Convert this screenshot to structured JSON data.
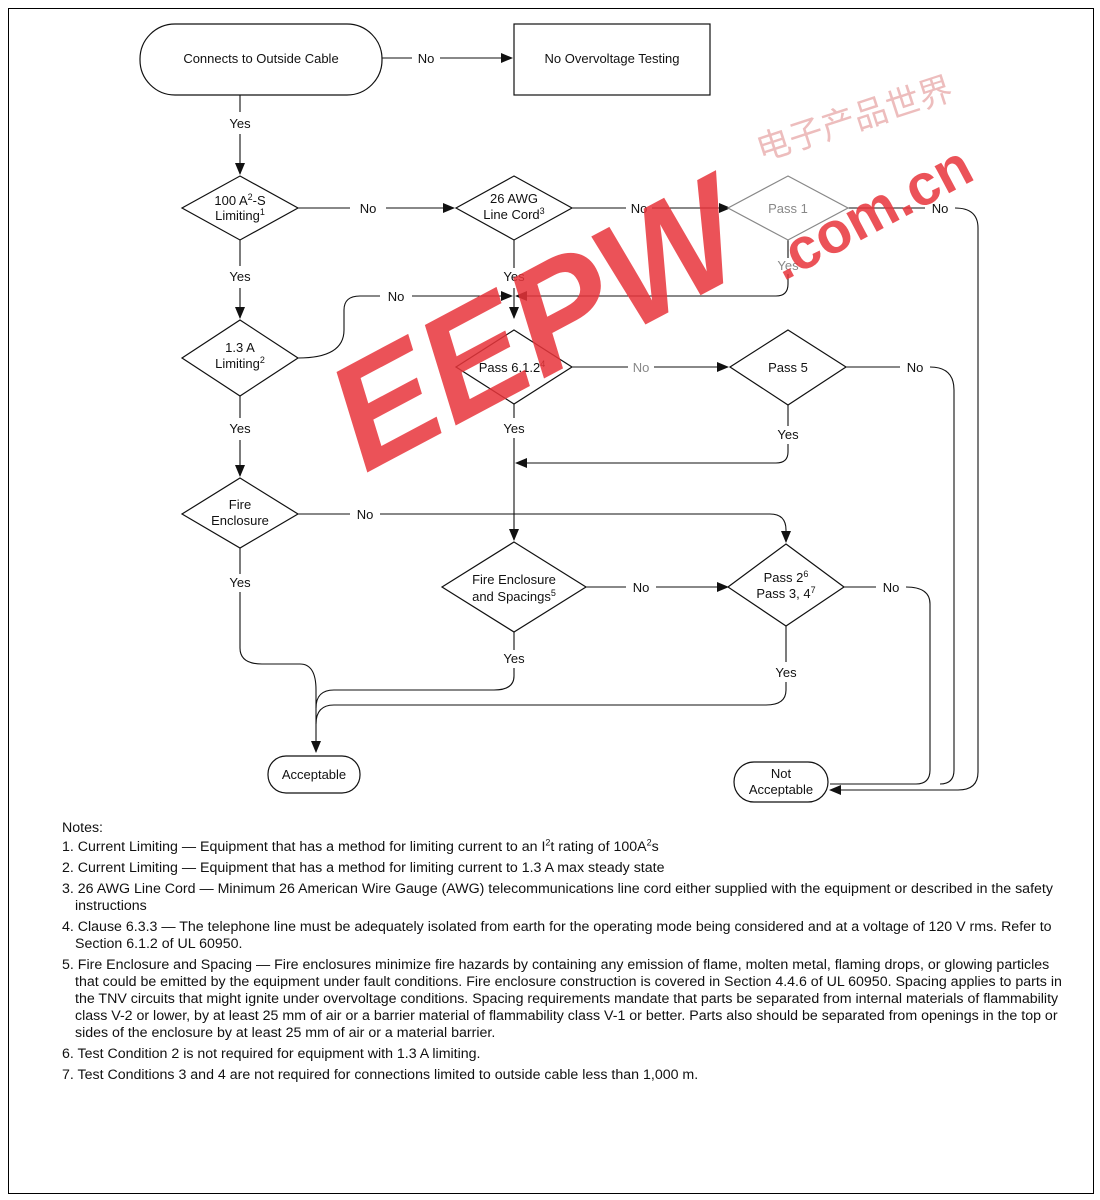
{
  "watermark": {
    "brand": "EEPW",
    "domain": ".com.cn",
    "cjk": "电子产品世界",
    "color": "#e8353b"
  },
  "nodes": {
    "start": "Connects to Outside Cable",
    "no_test": "No Overvoltage Testing",
    "limit100": {
      "line1": "100 A",
      "sup1": "2",
      "line1b": "-S",
      "line2": "Limiting",
      "sup2": "1"
    },
    "awg26": {
      "line1": "26 AWG",
      "line2": "Line Cord",
      "sup": "3"
    },
    "pass1": "Pass 1",
    "limit13": {
      "line1": "1.3 A",
      "line2": "Limiting",
      "sup": "2"
    },
    "pass612": {
      "text": "Pass 6.1.2",
      "sup": "4"
    },
    "pass5": "Pass 5",
    "fire": {
      "line1": "Fire",
      "line2": "Enclosure"
    },
    "fire_spacing": {
      "line1": "Fire Enclosure",
      "line2": "and Spacings",
      "sup": "5"
    },
    "pass234": {
      "line1": "Pass 2",
      "sup1": "6",
      "line2": "Pass 3, 4",
      "sup2": "7"
    },
    "acceptable": "Acceptable",
    "not_acceptable": {
      "line1": "Not",
      "line2": "Acceptable"
    }
  },
  "edge_labels": {
    "yes": "Yes",
    "no": "No"
  },
  "notes": {
    "title": "Notes:",
    "items": [
      {
        "pre": "1. Current Limiting — Equipment that has a method for limiting current to an I",
        "sup1": "2",
        "mid": "t rating of 100A",
        "sup2": "2",
        "post": "s"
      },
      {
        "text": "2. Current Limiting — Equipment that has a method for limiting current to 1.3 A max steady state"
      },
      {
        "text": "3. 26 AWG Line Cord — Minimum 26 American Wire Gauge (AWG) telecommunications line cord either supplied with the equipment or described in the safety instructions"
      },
      {
        "text": "4. Clause 6.3.3 — The telephone line must be adequately isolated from earth for the operating mode being considered and at a voltage of 120 V rms. Refer to Section 6.1.2 of UL 60950."
      },
      {
        "text": "5. Fire Enclosure and Spacing — Fire enclosures minimize fire hazards by containing any emission of flame, molten metal, flaming drops, or glowing particles that could be emitted by the equipment under fault conditions. Fire enclosure construction is covered in Section 4.4.6 of UL 60950. Spacing applies to parts in the TNV circuits that might ignite under overvoltage conditions. Spacing requirements mandate that parts be separated from internal materials of flammability class V-2 or lower, by at least 25 mm of air or a barrier material of flammability class V-1 or better. Parts also should be separated from openings in the top or sides of the enclosure by at least 25 mm of air or a material barrier."
      },
      {
        "text": "6. Test Condition 2 is not required for equipment with 1.3 A limiting."
      },
      {
        "text": "7. Test Conditions 3 and 4 are not required for connections limited to outside cable less than 1,000 m."
      }
    ]
  }
}
